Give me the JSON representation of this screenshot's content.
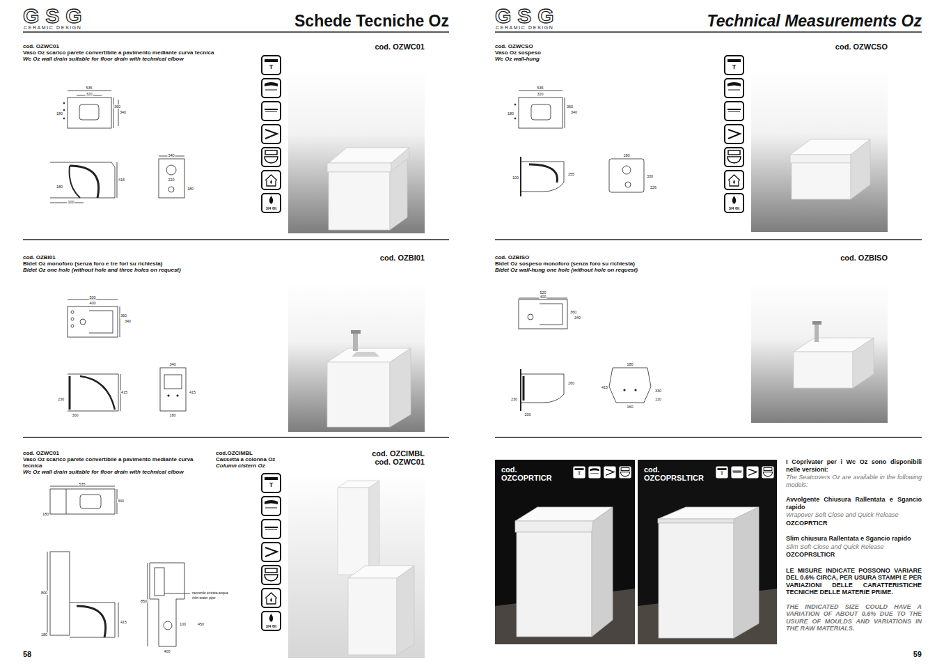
{
  "diagram": {
    "title": "Schede Tecniche Oz",
    "nodes": [
      {
        "text": [
          "cod. OZCOPRTICR"
        ]
      },
      {
        "text": [
          "cod. OZCOPRSLTICR"
        ]
      }
    ],
    "labels": [
      "GSG",
      "CERAMIC DESIGN",
      "GSG",
      "CERAMIC DESIGN",
      "Technical Measurements Oz",
      "cod. OZWC01",
      "Vaso Oz scarico parete convertibile a pavimento mediante curva tecnica",
      "Wc Oz wall drain suitable for floor drain with technical elbow",
      "cod. OZWC01",
      "T",
      "3/4 6lt",
      "535",
      "320",
      "360",
      "340",
      "180",
      "415",
      "180",
      "100",
      "340",
      "220",
      "180",
      "cod. OZBI01",
      "Bidet Oz monoforo (senza foro e tre fori su richiesta)",
      "Bidet Oz one hole (without hole and three holes on request)",
      "cod. OZBI01",
      "500",
      "400",
      "360",
      "340",
      "415",
      "230",
      "300",
      "340",
      "415",
      "180",
      "cod. OZWC01",
      "Vaso Oz scarico parete convertibile a pavimento mediante curva tecnica",
      "Wc Oz wall drain suitable for floor drain with technical elbow",
      "cod.OZCIMBL",
      "Cassetta a colonna Oz",
      "Column cistern Oz",
      "cod. OZCIMBL",
      "cod. OZWC01",
      "T",
      "3/4 6lt",
      "535",
      "340",
      "180",
      "800",
      "415",
      "180",
      "850",
      "400",
      "100",
      "450",
      "raccordo entrata acqua",
      "inlet water pipe",
      "58",
      "cod. OZWCSO",
      "Vaso Oz sospeso",
      "Wc Oz wall-hung",
      "cod. OZWCSO",
      "T",
      "3/4 6lt",
      "535",
      "320",
      "360",
      "340",
      "180",
      "255",
      "100",
      "180",
      "330",
      "226",
      "cod. OZBISO",
      "Bidet Oz sospeso monoforo (senza foro su richiesta)",
      "Bidet Oz wall-hung one hole (without hole on request)",
      "cod. OZBISO",
      "520",
      "400",
      "360",
      "340",
      "260",
      "230",
      "200",
      "180",
      "415",
      "330",
      "110",
      "160",
      "T",
      "T",
      "I Coprivater per i Wc Oz sono disponibili nelle versioni:",
      "The Seatcovers Oz are available in the following models:",
      "Avvolgente Chiusura Rallentata e Sgancio rapido",
      "Wrapover Soft Close and Quick Release",
      "OZCOPRTICR",
      "Slim chiusura Rallentata e Sgancio rapido",
      "Slim Soft-Close and Quick Release",
      "OZCOPRSLTICR",
      "LE MISURE INDICATE POSSONO VARIARE DEL 0.6% CIRCA, PER USURA STAMPI E PER VARIAZIONI DELLE CARATTERISTICHE TECNICHE DELLE MATERIE PRIME.",
      "THE INDICATED SIZE COULD HAVE A VARIATION OF ABOUT 0.6% DUE TO THE USURE OF MOULDS AND VARIATIONS IN THE RAW MATERIALS.",
      "59"
    ]
  }
}
